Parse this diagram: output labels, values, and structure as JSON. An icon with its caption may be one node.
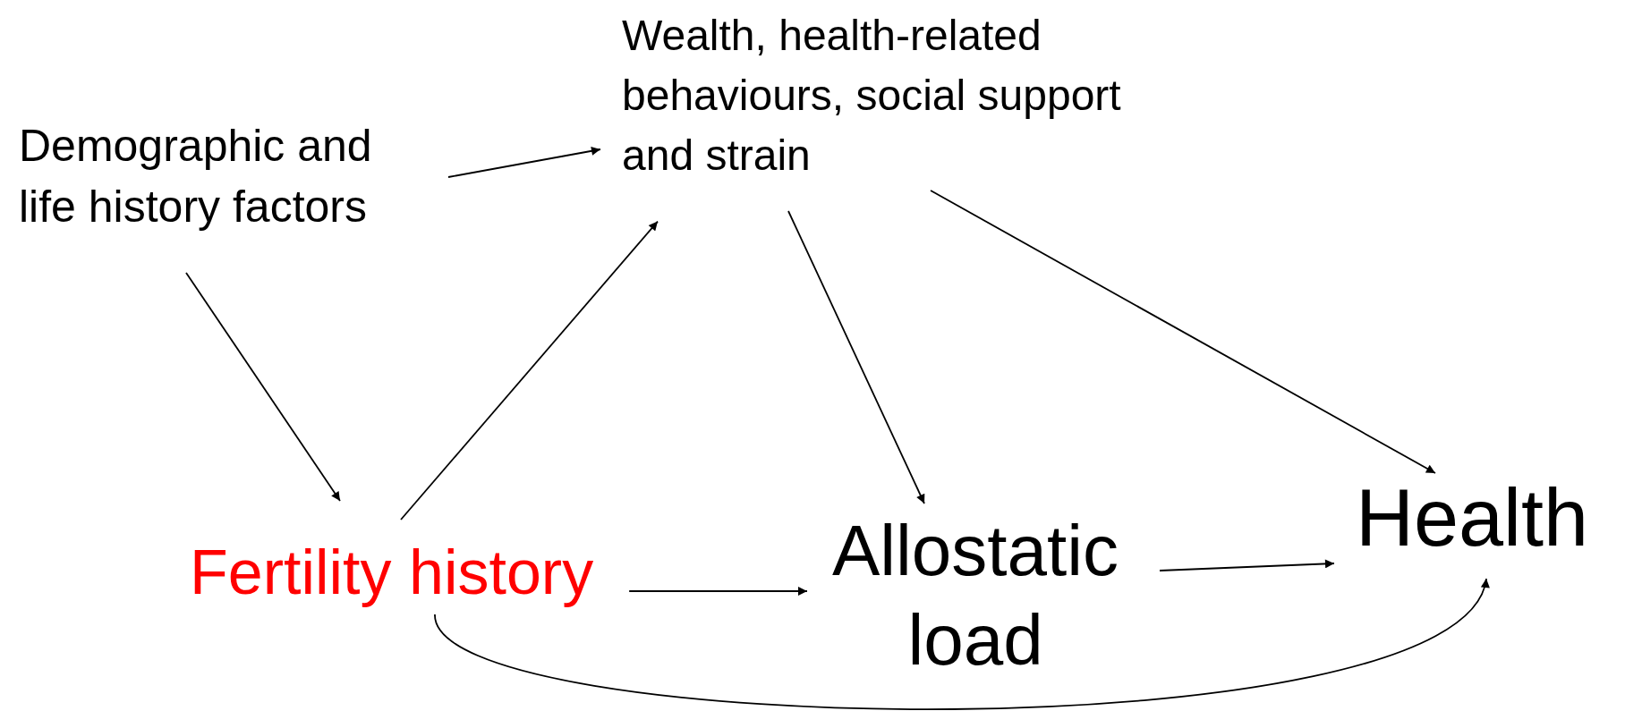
{
  "diagram": {
    "nodes": [
      {
        "text": [
          "Demographic and life history factors"
        ]
      },
      {
        "text": [
          "Wealth, health-related behaviours, social support and strain"
        ]
      },
      {
        "text": [
          "Fertility history"
        ]
      },
      {
        "text": [
          "Allostatic load"
        ]
      },
      {
        "text": [
          "Health"
        ]
      }
    ],
    "edges": [
      {
        "from": 0,
        "to": 1,
        "arrow": "to"
      },
      {
        "from": 0,
        "to": 2,
        "arrow": "to"
      },
      {
        "from": 2,
        "to": 1,
        "arrow": "to"
      },
      {
        "from": 1,
        "to": 3,
        "arrow": "to"
      },
      {
        "from": 1,
        "to": 4,
        "arrow": "to"
      },
      {
        "from": 2,
        "to": 3,
        "arrow": "to"
      },
      {
        "from": 3,
        "to": 4,
        "arrow": "to"
      },
      {
        "from": 2,
        "to": 4,
        "arrow": "to"
      }
    ]
  }
}
